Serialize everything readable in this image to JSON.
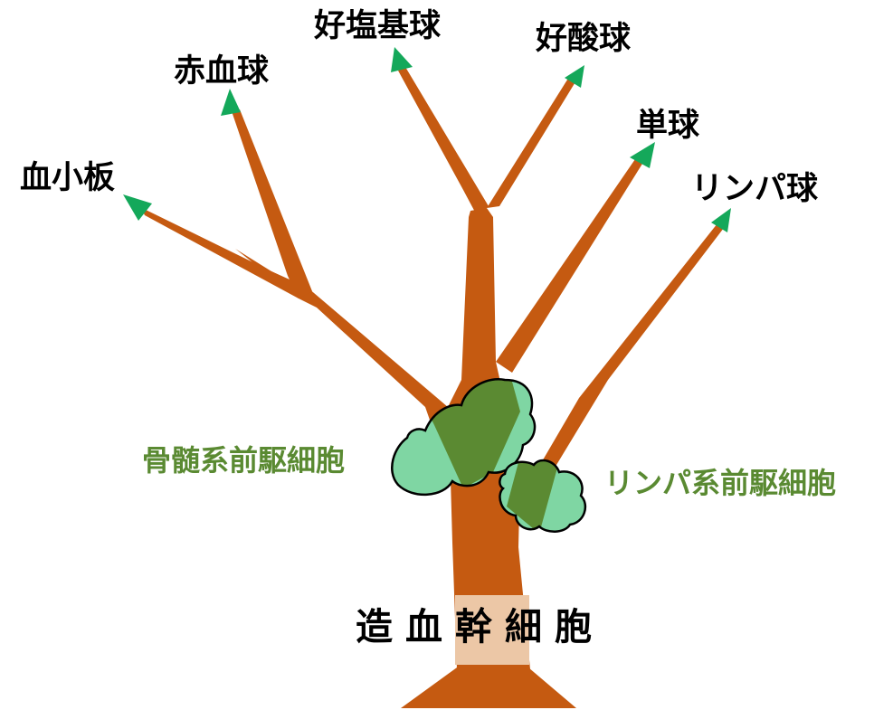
{
  "colors": {
    "trunk": "#c55a11",
    "trunk_highlight": "#ecc7a6",
    "arrow": "#14a85a",
    "progenitor_dark": "#5b8a32",
    "progenitor_light": "#7fd6a3",
    "outline": "#000000",
    "progenitor_text": "#5a8a32"
  },
  "icons": {
    "branch_tip": "green-arrowhead",
    "progenitor_mark": "cloud-bush"
  },
  "labels": {
    "platelet": "血小板",
    "erythrocyte": "赤血球",
    "basophil": "好塩基球",
    "eosinophil": "好酸球",
    "monocyte": "単球",
    "lymphocyte": "リンパ球",
    "myeloid_progenitor": "骨髄系前駆細胞",
    "lymphoid_progenitor": "リンパ系前駆細胞",
    "stem_cell": "造血幹細胞"
  }
}
